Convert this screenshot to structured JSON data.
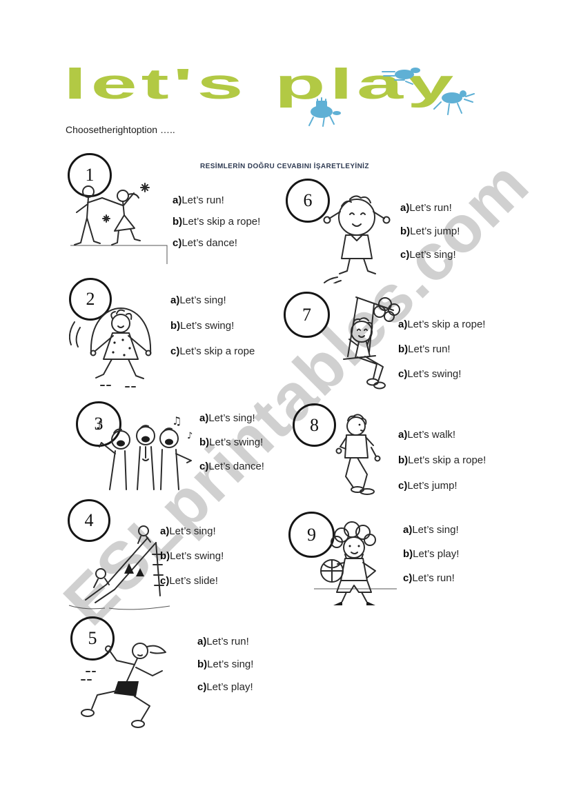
{
  "page": {
    "title": "let's play",
    "subtitle": "Choosetherightoption …..",
    "instruction": "RESİMLERİN DOĞRU CEVABINI İŞARETLEYİNİZ",
    "watermark": "ESLprintables.com"
  },
  "colors": {
    "title_green": "#b2c944",
    "decoration_blue": "#5fb0d5",
    "instruction_navy": "#2e3a52",
    "watermark_gray": "#bdbdbd",
    "text_black": "#1c1c1c"
  },
  "questions": [
    {
      "number": "1",
      "picture": "dancing-couple",
      "options": [
        {
          "letter": "a)",
          "text": "Let’s run!"
        },
        {
          "letter": "b)",
          "text": "Let’s skip a rope!"
        },
        {
          "letter": "c)",
          "text": "Let’s dance!"
        }
      ]
    },
    {
      "number": "2",
      "picture": "girl-skipping-rope",
      "options": [
        {
          "letter": "a)",
          "text": "Let’s sing!"
        },
        {
          "letter": "b)",
          "text": "Let’s swing!"
        },
        {
          "letter": "c)",
          "text": "Let’s skip a rope"
        }
      ]
    },
    {
      "number": "3",
      "picture": "children-singing",
      "options": [
        {
          "letter": "a)",
          "text": "Let’s sing!"
        },
        {
          "letter": "b)",
          "text": "Let’s swing!"
        },
        {
          "letter": "c)",
          "text": "Let’s dance!"
        }
      ]
    },
    {
      "number": "4",
      "picture": "children-on-slide",
      "options": [
        {
          "letter": "a)",
          "text": "Let’s sing!"
        },
        {
          "letter": "b)",
          "text": "Let’s swing!"
        },
        {
          "letter": "c)",
          "text": "Let’s slide!"
        }
      ]
    },
    {
      "number": "5",
      "picture": "girl-running",
      "options": [
        {
          "letter": "a)",
          "text": "Let’s run!"
        },
        {
          "letter": "b)",
          "text": "Let’s sing!"
        },
        {
          "letter": "c)",
          "text": "Let’s play!"
        }
      ]
    },
    {
      "number": "6",
      "picture": "boy-jumping",
      "options": [
        {
          "letter": "a)",
          "text": "Let’s run!"
        },
        {
          "letter": "b)",
          "text": "Let’s jump!"
        },
        {
          "letter": "c)",
          "text": "Let’s sing!"
        }
      ]
    },
    {
      "number": "7",
      "picture": "boy-on-swing",
      "options": [
        {
          "letter": "a)",
          "text": "Let’s skip a rope!"
        },
        {
          "letter": "b)",
          "text": "Let’s run!"
        },
        {
          "letter": "c)",
          "text": "Let’s swing!"
        }
      ]
    },
    {
      "number": "8",
      "picture": "boy-walking",
      "options": [
        {
          "letter": "a)",
          "text": "Let’s walk!"
        },
        {
          "letter": "b)",
          "text": "Let’s skip a rope!"
        },
        {
          "letter": "c)",
          "text": "Let’s jump!"
        }
      ]
    },
    {
      "number": "9",
      "picture": "boy-with-basketball",
      "options": [
        {
          "letter": "a)",
          "text": "Let’s sing!"
        },
        {
          "letter": "b)",
          "text": "Let’s play!"
        },
        {
          "letter": "c)",
          "text": "Let’s run!"
        }
      ]
    }
  ]
}
